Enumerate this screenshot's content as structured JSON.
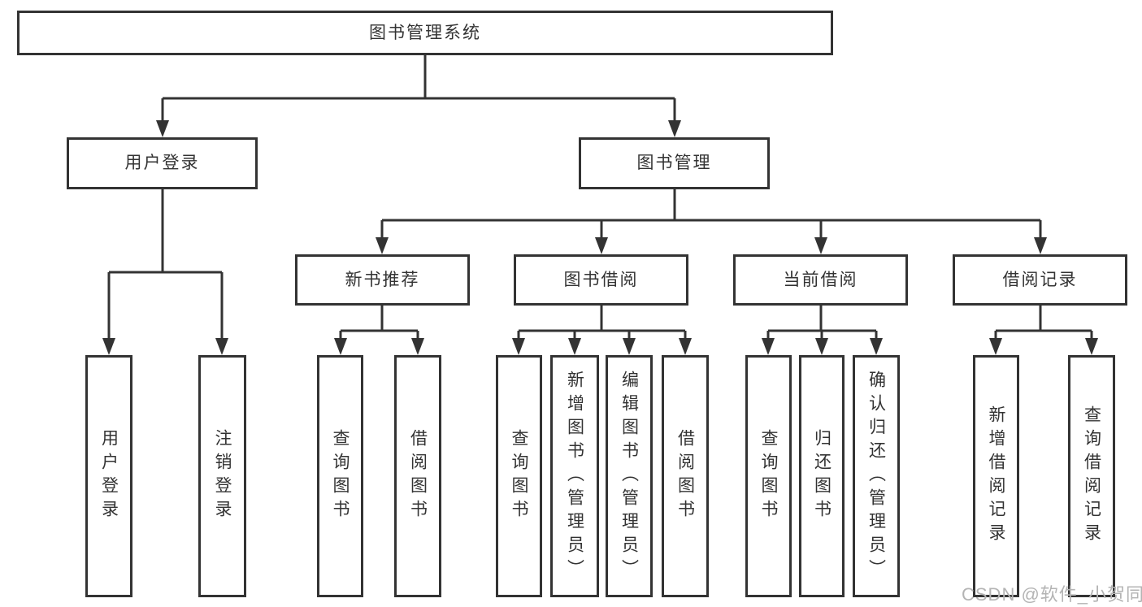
{
  "tree": {
    "label": "图书管理系统",
    "children": [
      {
        "label": "用户登录",
        "children": [
          {
            "label": "用户登录"
          },
          {
            "label": "注销登录"
          }
        ]
      },
      {
        "label": "图书管理",
        "children": [
          {
            "label": "新书推荐",
            "children": [
              {
                "label": "查询图书"
              },
              {
                "label": "借阅图书"
              }
            ]
          },
          {
            "label": "图书借阅",
            "children": [
              {
                "label": "查询图书"
              },
              {
                "label": "新增图书（管理员）"
              },
              {
                "label": "编辑图书（管理员）"
              },
              {
                "label": "借阅图书"
              }
            ]
          },
          {
            "label": "当前借阅",
            "children": [
              {
                "label": "查询图书"
              },
              {
                "label": "归还图书"
              },
              {
                "label": "确认归还（管理员）"
              }
            ]
          },
          {
            "label": "借阅记录",
            "children": [
              {
                "label": "新增借阅记录"
              },
              {
                "label": "查询借阅记录"
              }
            ]
          }
        ]
      }
    ]
  },
  "watermark": "CSDN @软件_小贺同学",
  "colors": {
    "line": "#333333",
    "box_border": "#333333",
    "text": "#333333",
    "watermark": "#b4b4b4",
    "background": "#ffffff"
  }
}
